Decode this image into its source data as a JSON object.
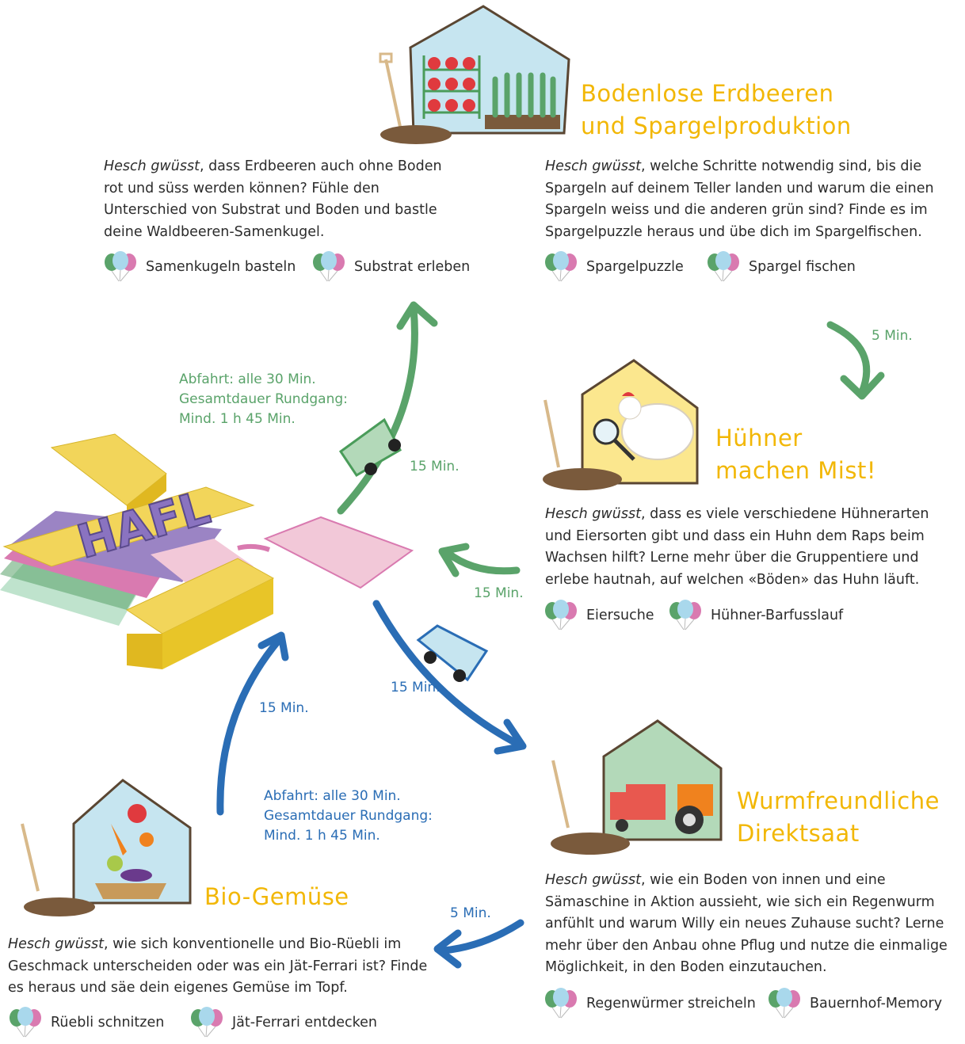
{
  "stations": {
    "erdbeeren": {
      "title": "Bodenlose Erdbeeren\nund Spargelproduktion",
      "left": {
        "intro": "Hesch gwüsst",
        "text": ", dass Erdbeeren auch ohne Boden rot und süss werden können? Fühle den Unterschied von Substrat und Boden und bastle deine Waldbeeren-Samenkugel.",
        "activities": [
          "Samenkugeln basteln",
          "Substrat erleben"
        ]
      },
      "right": {
        "intro": "Hesch gwüsst",
        "text": ", welche Schritte notwendig sind, bis die Spargeln auf deinem Teller landen und warum die einen Spargeln weiss und die anderen grün sind? Finde es im Spargelpuzzle heraus und übe dich im Spargelfischen.",
        "activities": [
          "Spargelpuzzle",
          "Spargel fischen"
        ]
      }
    },
    "huehner": {
      "title": "Hühner\nmachen Mist!",
      "intro": "Hesch gwüsst",
      "text": ", dass es viele verschiedene Hühnerarten und Eiersorten gibt und dass ein Huhn dem Raps beim Wachsen hilft? Lerne mehr über die Gruppentiere und erlebe hautnah, auf welchen «Böden» das Huhn läuft.",
      "activities": [
        "Eiersuche",
        "Hühner-Barfusslauf"
      ]
    },
    "wurm": {
      "title": "Wurmfreundliche\nDirektsaat",
      "intro": "Hesch gwüsst",
      "text": ", wie ein Boden von innen und eine Sämaschine in Aktion aussieht, wie sich ein Regenwurm anfühlt und warum Willy ein neues Zuhause sucht? Lerne mehr über den Anbau ohne Pflug und nutze die einmalige Möglichkeit, in den Boden einzutauchen.",
      "activities": [
        "Regenwürmer streicheln",
        "Bauernhof-Memory"
      ]
    },
    "gemuese": {
      "title": "Bio-Gemüse",
      "intro": "Hesch gwüsst",
      "text": ", wie sich konventionelle und Bio-Rüebli im Geschmack unterscheiden oder was ein Jät-Ferrari ist? Finde es heraus und säe dein eigenes Gemüse im Topf.",
      "activities": [
        "Rüebli schnitzen",
        "Jät-Ferrari entdecken"
      ]
    }
  },
  "hafl_label": "HAFL",
  "times": {
    "green_5": "5 Min.",
    "green_15_bus": "15 Min.",
    "green_15_return": "15 Min.",
    "blue_15_bus": "15 Min.",
    "blue_15_return": "15 Min.",
    "blue_5": "5 Min."
  },
  "routes": {
    "green_info": "Abfahrt: alle 30 Min.\nGesamtdauer Rundgang:\nMind. 1 h 45 Min.",
    "blue_info": "Abfahrt: alle 30 Min.\nGesamtdauer Rundgang:\nMind. 1 h 45 Min."
  },
  "colors": {
    "title": "#f2b705",
    "green_route": "#5aa36a",
    "blue_route": "#2a6db5",
    "text": "#2b2b2b"
  }
}
